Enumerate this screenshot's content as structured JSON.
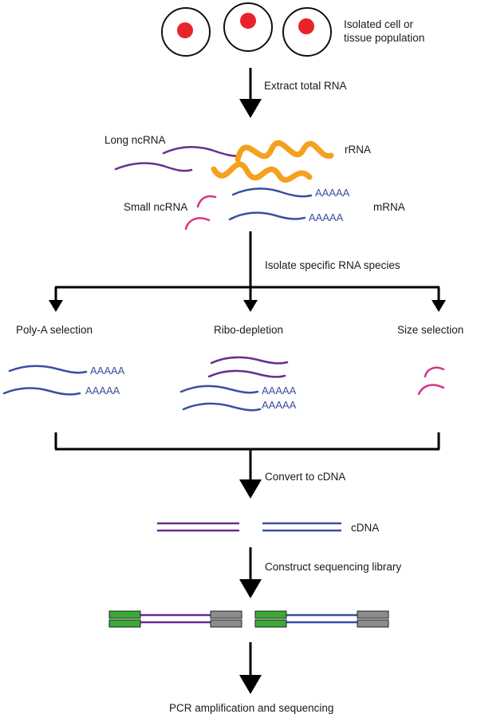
{
  "labels": {
    "cells": "Isolated cell or",
    "cells_2": "tissue population",
    "extract": "Extract total RNA",
    "long_ncrna": "Long ncRNA",
    "rrna": "rRNA",
    "small_ncrna": "Small ncRNA",
    "mrna": "mRNA",
    "isolate": "Isolate specific RNA species",
    "polya_selection": "Poly-A selection",
    "ribo_depletion": "Ribo-depletion",
    "size_selection": "Size selection",
    "convert": "Convert to cDNA",
    "cdna": "cDNA",
    "construct": "Construct sequencing library",
    "pcr": "PCR amplification and sequencing"
  },
  "poly_a_tail": "AAAAA",
  "colors": {
    "long_ncrna": "#6a2c91",
    "rrna": "#f5a01e",
    "small_ncrna": "#d6338a",
    "mrna": "#3a4fa3",
    "adapter_left": "#3aaa35",
    "adapter_right": "#8c8c8c",
    "cell_nucleus": "#e8242a",
    "arrow": "#000000"
  }
}
